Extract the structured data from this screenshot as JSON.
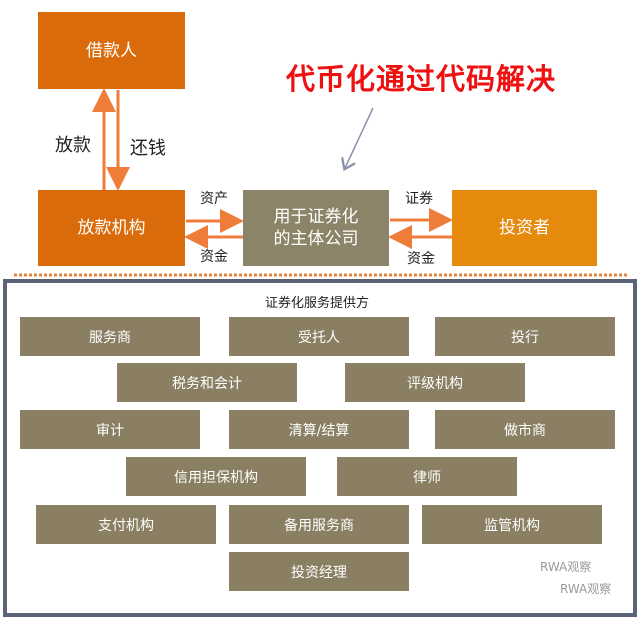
{
  "flow": {
    "borrower": "借款人",
    "lender": "放款机构",
    "spv_line1": "用于证券化",
    "spv_line2": "的主体公司",
    "investor": "投资者",
    "loan_label": "放款",
    "repay_label": "还钱",
    "asset_label": "资产",
    "funds_label_left": "资金",
    "securities_label": "证券",
    "funds_label_right": "资金"
  },
  "headline": "代币化通过代码解决",
  "providers": {
    "title": "证券化服务提供方",
    "items": [
      "服务商",
      "受托人",
      "投行",
      "税务和会计",
      "评级机构",
      "审计",
      "清算/结算",
      "做市商",
      "信用担保机构",
      "律师",
      "支付机构",
      "备用服务商",
      "监管机构",
      "投资经理"
    ]
  },
  "watermark": [
    "RWA观察",
    "RWA观察"
  ],
  "colors": {
    "orange": "#d96b0a",
    "amber": "#e68a0e",
    "khaki": "#8b7f63",
    "red": "#ee1111"
  }
}
